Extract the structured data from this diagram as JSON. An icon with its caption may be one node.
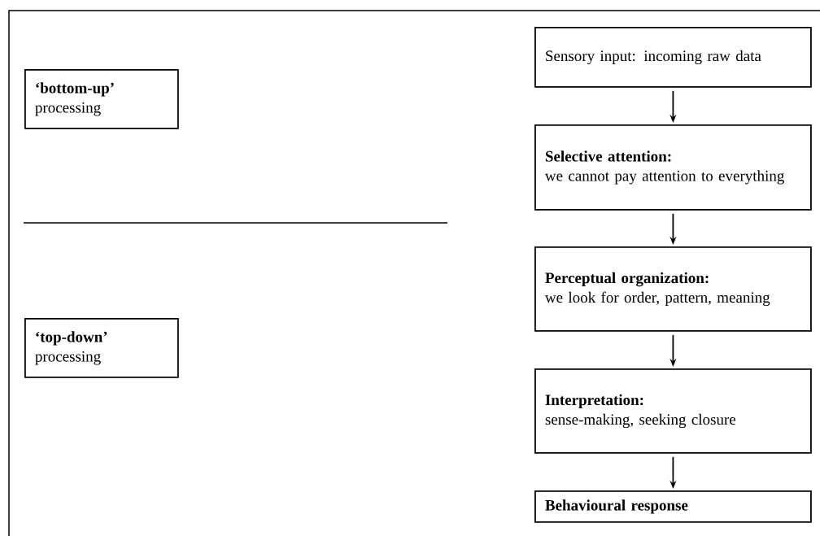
{
  "diagram": {
    "nodes": [
      {
        "text": [
          "‘bottom-up’",
          "processing"
        ]
      },
      {
        "text": [
          "‘top-down’",
          "processing"
        ]
      },
      {
        "text": [
          "Sensory input: incoming raw data"
        ]
      },
      {
        "text": [
          "Selective attention:",
          "we cannot pay attention to everything"
        ]
      },
      {
        "text": [
          "Perceptual organization:",
          "we look for order, pattern, meaning"
        ]
      },
      {
        "text": [
          "Interpretation:",
          "sense-making, seeking closure"
        ]
      },
      {
        "text": [
          "Behavioural response"
        ]
      }
    ],
    "edges": [
      {
        "from": 2,
        "to": 3,
        "arrow": "to"
      },
      {
        "from": 3,
        "to": 4,
        "arrow": "to"
      },
      {
        "from": 4,
        "to": 5,
        "arrow": "to"
      },
      {
        "from": 5,
        "to": 6,
        "arrow": "to"
      }
    ]
  }
}
